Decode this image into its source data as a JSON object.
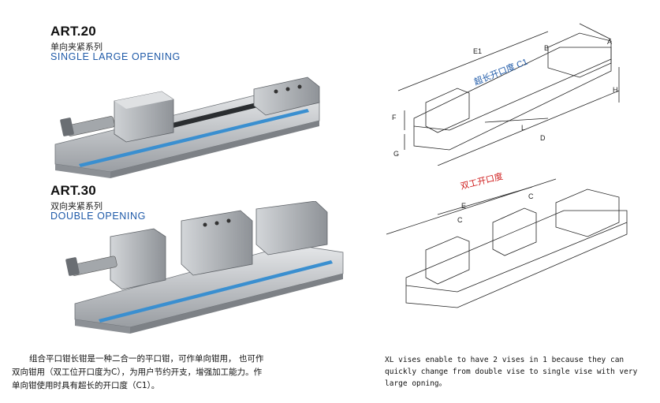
{
  "products": [
    {
      "model": "ART.20",
      "subtitle_cn": "单向夹紧系列",
      "subtitle_en": "SINGLE LARGE OPENING"
    },
    {
      "model": "ART.30",
      "subtitle_cn": "双向夹紧系列",
      "subtitle_en": "DOUBLE OPENING"
    }
  ],
  "diagram_top": {
    "dims": [
      "A",
      "B",
      "E1",
      "F",
      "G",
      "H",
      "L",
      "D"
    ],
    "callout": "超长开口度 C1"
  },
  "diagram_bottom": {
    "dims": [
      "E",
      "C",
      "C"
    ],
    "callout": "双工开口度"
  },
  "description": {
    "cn_lines": [
      "组合平口钳长钳是一种二合一的平口钳，可作单向钳用， 也可作",
      "双向钳用（双工位开口度为C），为用户节约开支，增强加工能力。作",
      "单向钳使用时具有超长的开口度（C1）。"
    ],
    "en_lines": [
      "XL vises enable to have 2 vises in 1 because they can",
      "quickly change from double vise to single vise with very",
      "large opning。"
    ]
  },
  "colors": {
    "heading_blue": "#1f5aa8",
    "callout_red": "#d02020",
    "callout_blue": "#1f5aa8",
    "steel": "#b9bcbf"
  }
}
